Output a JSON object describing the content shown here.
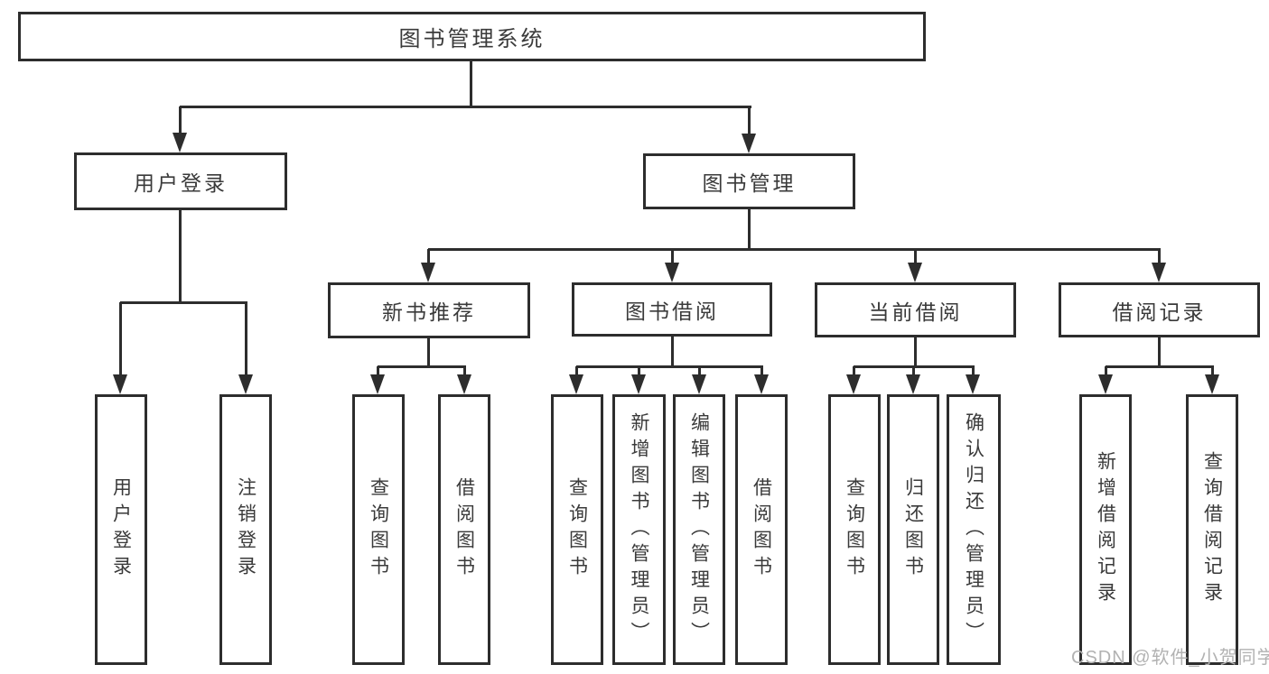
{
  "diagram": {
    "root": {
      "label": "图书管理系统"
    },
    "level2": {
      "user_login": {
        "label": "用户登录"
      },
      "book_management": {
        "label": "图书管理"
      }
    },
    "level3": {
      "new_book_recommend": {
        "label": "新书推荐"
      },
      "book_borrow": {
        "label": "图书借阅"
      },
      "current_borrow": {
        "label": "当前借阅"
      },
      "borrow_records": {
        "label": "借阅记录"
      }
    },
    "leaves": {
      "user_login_children": [
        "用户登录",
        "注销登录"
      ],
      "new_book_children": [
        "查询图书",
        "借阅图书"
      ],
      "book_borrow_children": [
        "查询图书",
        "新增图书（管理员）",
        "编辑图书（管理员）",
        "借阅图书"
      ],
      "current_borrow_children": [
        "查询图书",
        "归还图书",
        "确认归还（管理员）"
      ],
      "borrow_records_children": [
        "新增借阅记录",
        "查询借阅记录"
      ]
    }
  },
  "watermark": {
    "text": "CSDN @软件_小贺同学"
  },
  "colors": {
    "line": "#2d2d2d",
    "text": "#3a3a3a",
    "background": "#ffffff",
    "watermark": "#b2b2b2"
  }
}
